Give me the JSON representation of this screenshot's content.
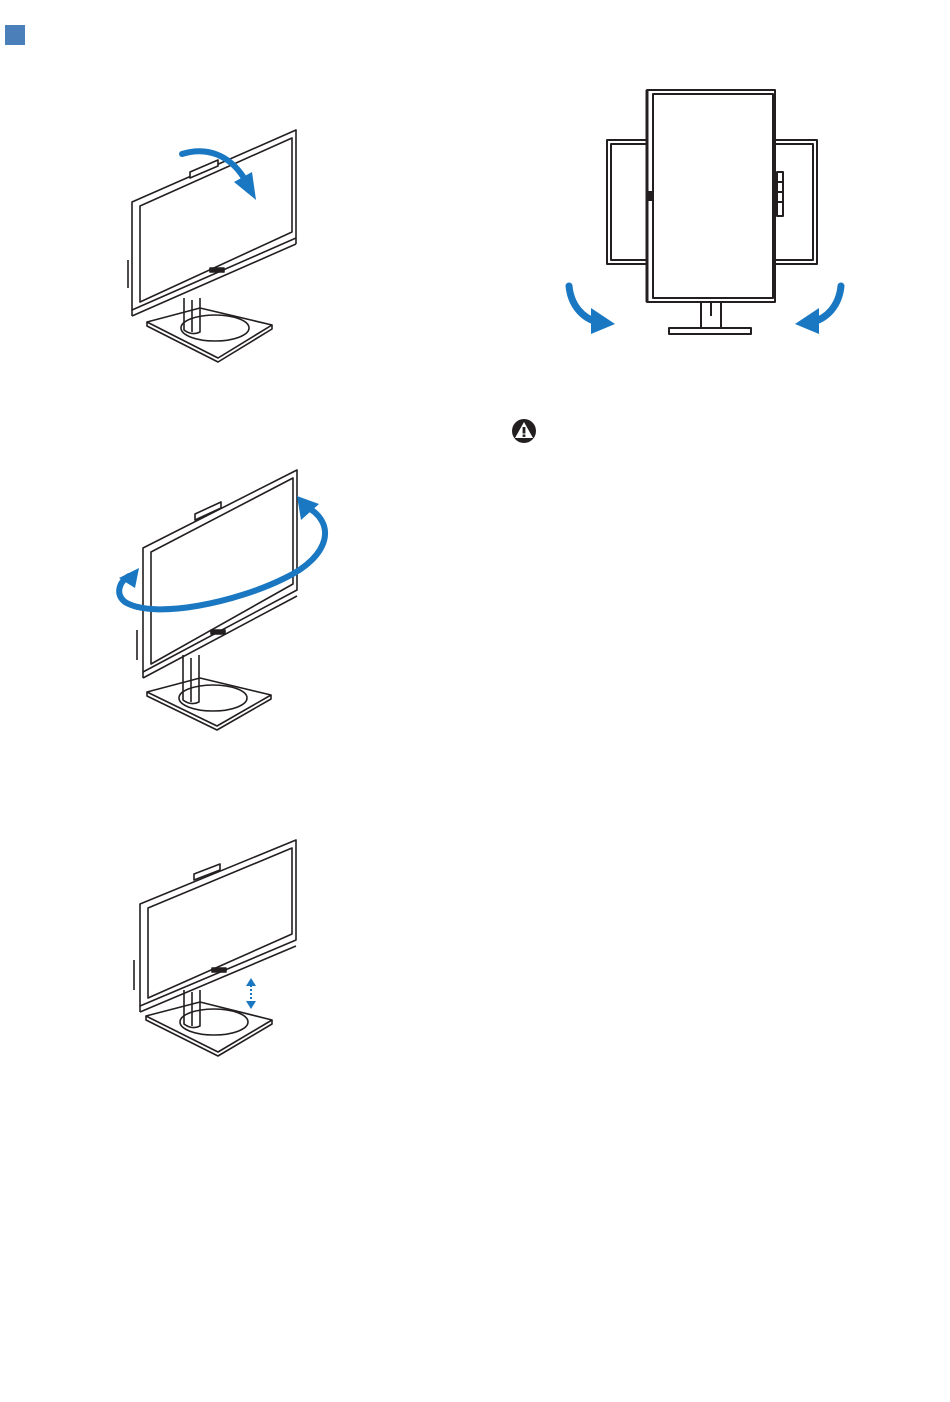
{
  "page": {
    "accent_color": "#4a7fb9",
    "arrow_color": "#1a78c2",
    "line_color": "#231f20"
  },
  "figures": [
    {
      "name": "tilt",
      "icon": "monitor-tilt-illustration"
    },
    {
      "name": "swivel",
      "icon": "monitor-swivel-illustration"
    },
    {
      "name": "height-adjustment",
      "icon": "monitor-height-adjustment-illustration"
    },
    {
      "name": "pivot",
      "icon": "monitor-pivot-illustration"
    }
  ],
  "warning": {
    "icon": "warning-icon"
  }
}
